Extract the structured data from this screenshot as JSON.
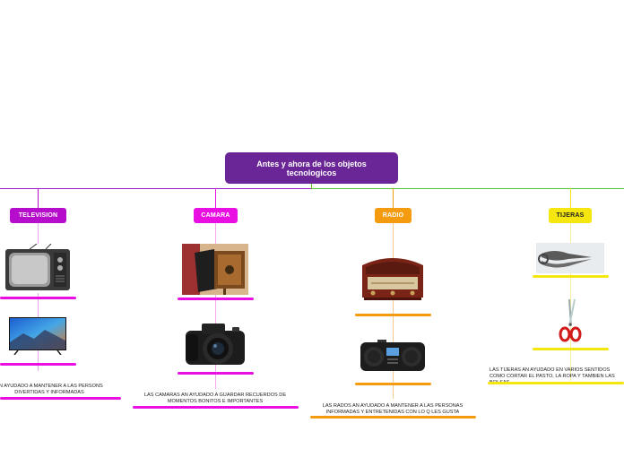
{
  "central": {
    "title": "Antes y ahora de los objetos tecnologicos",
    "color": "#6a2596"
  },
  "branches": [
    {
      "label": "TELEVISION",
      "color": "#b60dcc",
      "images": [
        "old-tube-television",
        "modern-flat-screen-tv"
      ],
      "caption": "AN AYUDADO A MANTENER A LAS PERSONS DIVERTIDAS Y INFORMADAS"
    },
    {
      "label": "CAMARA",
      "color": "#e90ee1",
      "images": [
        "old-bellows-camera",
        "modern-dslr-camera"
      ],
      "caption": "LAS CAMARAS AN AYUDADO A GUARDAR RECUERDOS DE MOMENTOS BONITOS E IMPORTANTES"
    },
    {
      "label": "RADIO",
      "color": "#f59b10",
      "images": [
        "old-wooden-radio",
        "modern-digital-radio"
      ],
      "caption": "LAS RADOS AN AYUDADO A MANTENER A LAS PERSONAS INFORMADAS Y ENTRETENIDAS CON LO Q LES GUSTA"
    },
    {
      "label": "TIJERAS",
      "color": "#f5e60f",
      "images": [
        "old-sheep-shears",
        "modern-red-scissors"
      ],
      "caption": "LAS TIJERAS AN AYUDADO EN VARIOS SENTIDOS COMO CORTAR EL PASTO, LA ROPA Y TAMBIEN LAS BOLSAS"
    }
  ],
  "connector_colors": {
    "left": "#9a1acc",
    "right": "#4fc62e"
  }
}
